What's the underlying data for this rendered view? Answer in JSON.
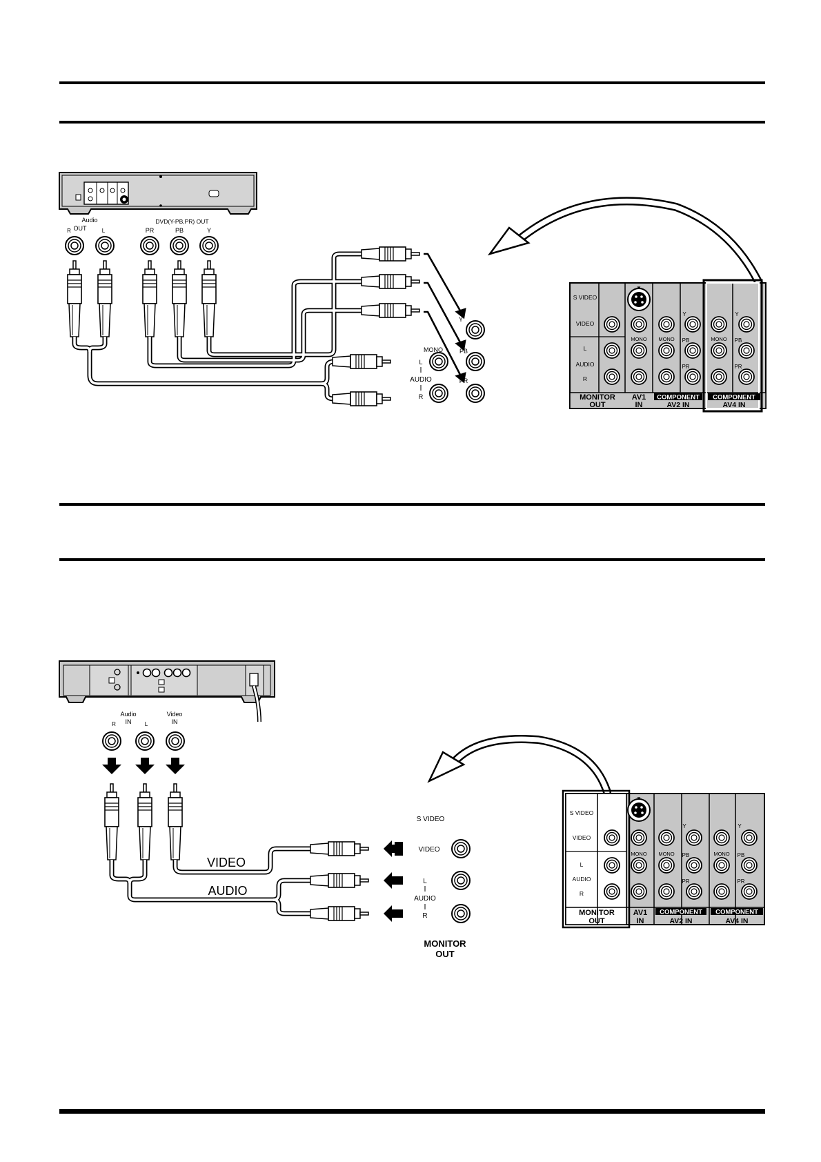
{
  "diagram1": {
    "dvd_labels": {
      "audio_out": [
        "Audio",
        "OUT"
      ],
      "audio_r": "R",
      "audio_l": "L",
      "dvd_out": "DVD(Y-PB,PR) OUT",
      "pr": "PR",
      "pb": "PB",
      "y": "Y"
    },
    "tv_inset": {
      "y": "Y",
      "pb": "PB",
      "pr": "PR",
      "mono": "MONO",
      "l": "L",
      "audio": "AUDIO",
      "r": "R"
    },
    "panel": {
      "s_video": "S VIDEO",
      "video": "VIDEO",
      "l": "L",
      "audio": "AUDIO",
      "r": "R",
      "mono": "MONO",
      "y": "Y",
      "pb": "PB",
      "pr": "PR",
      "monitor_out": [
        "MONITOR",
        "OUT"
      ],
      "av1_in": [
        "AV1",
        "IN"
      ],
      "av2_in": [
        "COMPONENT",
        "AV2 IN"
      ],
      "av4_in": [
        "COMPONENT",
        "AV4 IN"
      ]
    }
  },
  "diagram2": {
    "vcr_labels": {
      "audio_in": [
        "Audio",
        "IN"
      ],
      "video_in": [
        "Video",
        "IN"
      ],
      "r": "R",
      "l": "L"
    },
    "cables": {
      "video": "VIDEO",
      "audio": "AUDIO"
    },
    "tv_inset": {
      "s_video": "S VIDEO",
      "video": "VIDEO",
      "l": "L",
      "audio": "AUDIO",
      "r": "R",
      "monitor_out": [
        "MONITOR",
        "OUT"
      ]
    },
    "panel": {
      "s_video": "S VIDEO",
      "video": "VIDEO",
      "l": "L",
      "audio": "AUDIO",
      "r": "R",
      "mono": "MONO",
      "y": "Y",
      "pb": "PB",
      "pr": "PR",
      "monitor_out": [
        "MONITOR",
        "OUT"
      ],
      "av1_in": [
        "AV1",
        "IN"
      ],
      "av2_in": [
        "COMPONENT",
        "AV2 IN"
      ],
      "av4_in": [
        "COMPONENT",
        "AV4 IN"
      ]
    }
  }
}
